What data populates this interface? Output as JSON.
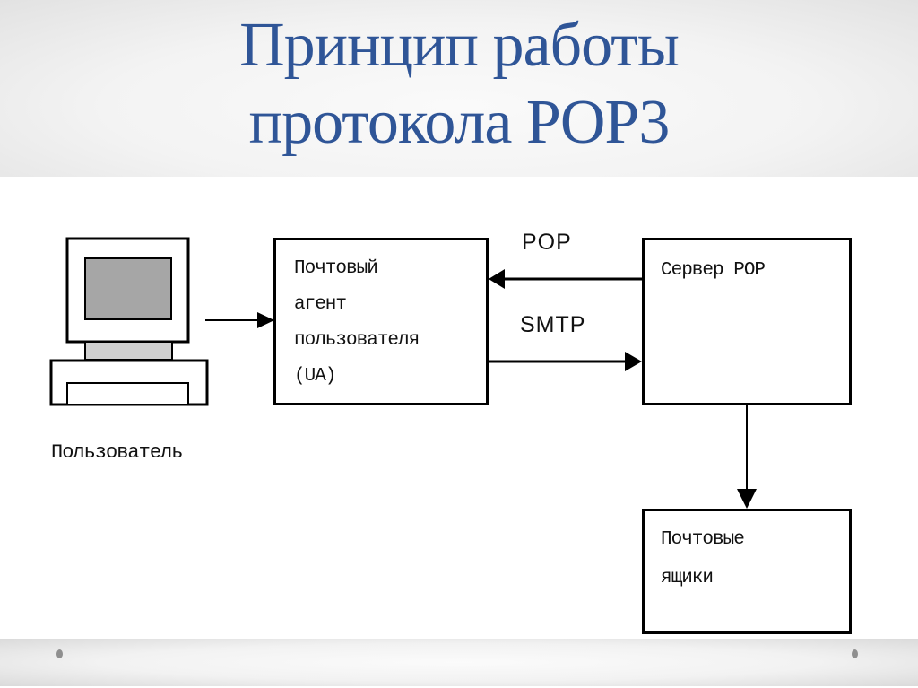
{
  "slide": {
    "title_line1": "Принцип работы",
    "title_line2": "протокола POP3",
    "title_color": "#2f5597"
  },
  "diagram": {
    "user_label": "Пользователь",
    "ua_box": {
      "line1": "Почтовый",
      "line2": "агент",
      "line3": "пользователя",
      "line4": "(UA)"
    },
    "server_box": {
      "label": "Сервер POP"
    },
    "mailbox_box": {
      "line1": "Почтовые",
      "line2": "ящики"
    },
    "edges": [
      {
        "from": "user",
        "to": "ua_box",
        "label": ""
      },
      {
        "from": "server_box",
        "to": "ua_box",
        "label": "POP"
      },
      {
        "from": "ua_box",
        "to": "server_box",
        "label": "SMTP"
      },
      {
        "from": "server_box",
        "to": "mailbox_box",
        "label": ""
      }
    ],
    "pop_label": "POP",
    "smtp_label": "SMTP"
  }
}
